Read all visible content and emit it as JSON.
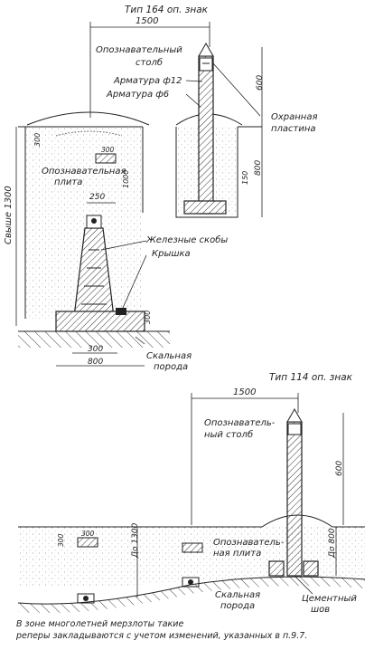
{
  "diagram_top": {
    "title": "Тип 164 оп. знак",
    "dim_width": "1500",
    "post_label_1": "Опознавательный",
    "post_label_2": "столб",
    "rebar_12": "Арматура ф12",
    "rebar_6": "Арматура ф6",
    "guard_plate_1": "Охранная",
    "guard_plate_2": "пластина",
    "dim_600": "600",
    "dim_800": "800",
    "dim_150": "150",
    "dim_1000": "1000",
    "dim_300_left": "300",
    "dim_300_box": "300",
    "dim_250": "250",
    "dim_300_base": "300",
    "dim_800_base": "800",
    "dim_300_height": "300",
    "id_plate_1": "Опознавательная",
    "id_plate_2": "плита",
    "over_label": "Свыше 1300",
    "iron_brackets": "Железные скобы",
    "lid": "Крышка",
    "rock_1": "Скальная",
    "rock_2": "порода"
  },
  "diagram_bottom": {
    "title": "Тип 114 оп. знак",
    "dim_width": "1500",
    "post_label_1": "Опознаватель-",
    "post_label_2": "ный столб",
    "dim_600": "600",
    "dim_300_left": "300",
    "dim_300_box": "300",
    "dim_do_1300": "До 1300",
    "dim_do_800": "До 800",
    "id_plate_1": "Опознаватель-",
    "id_plate_2": "ная плита",
    "rock_1": "Скальная",
    "rock_2": "порода",
    "cement_1": "Цементный",
    "cement_2": "шов",
    "footnote_1": "В зоне многолетней мерзлоты такие",
    "footnote_2": "реперы закладываются с учетом изменений, указанных в п.9.7."
  }
}
